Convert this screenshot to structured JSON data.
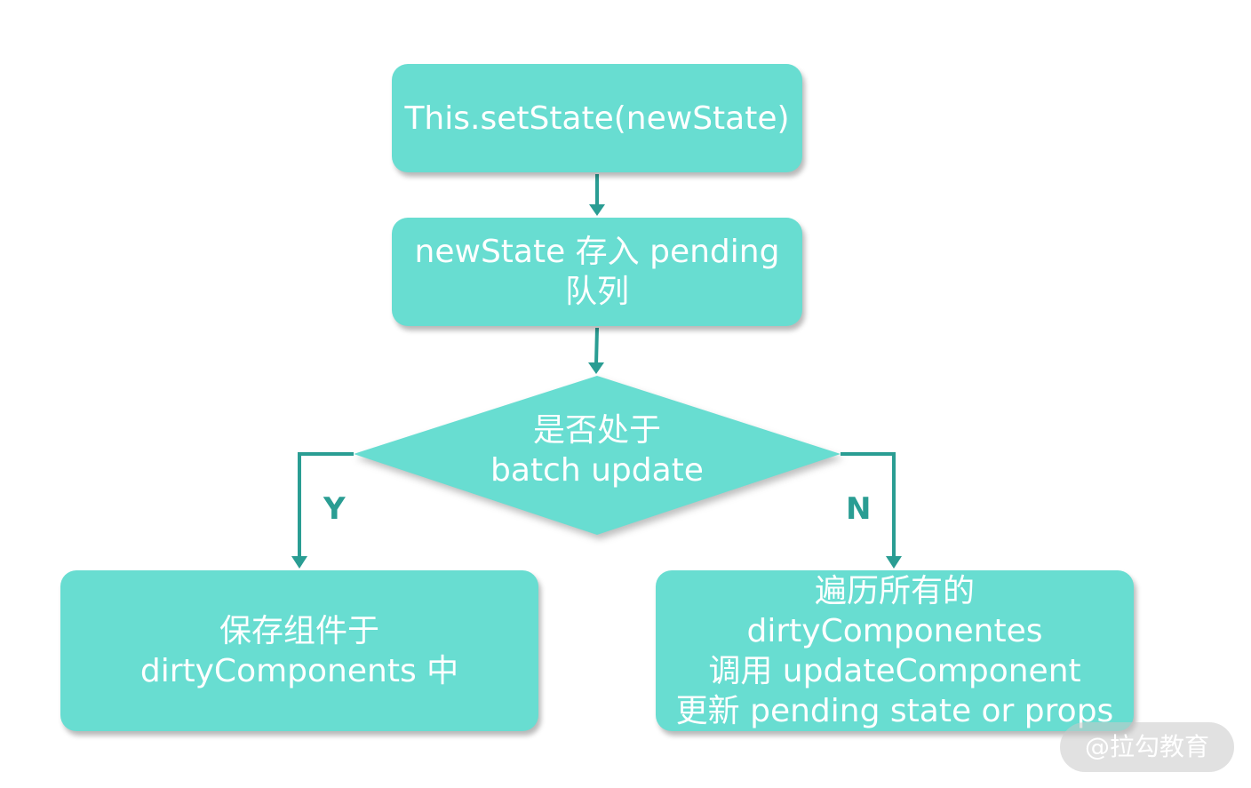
{
  "flowchart": {
    "start_box": {
      "line1": "This.setState(newState)"
    },
    "pending_box": {
      "line1": "newState 存入 pending",
      "line2": "队列"
    },
    "decision": {
      "line1": "是否处于",
      "line2": "batch update"
    },
    "yes_label": "Y",
    "no_label": "N",
    "yes_box": {
      "line1": "保存组件于",
      "line2": "dirtyComponents 中"
    },
    "no_box": {
      "line1": "遍历所有的",
      "line2": "dirtyComponentes",
      "line3": "调用 updateComponent",
      "line4": "更新 pending state or props"
    }
  },
  "watermark": "@拉勾教育",
  "colors": {
    "node_fill": "#68ddd1",
    "arrow": "#2a9d93",
    "text": "#ffffff"
  }
}
